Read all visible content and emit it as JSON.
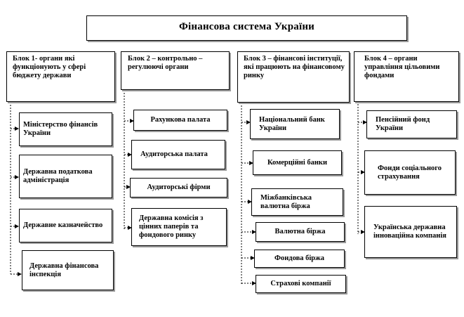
{
  "title": "Фінансова система України",
  "blocks": [
    {
      "header": "Блок 1- органи які функціонують у сфері бюджету держави",
      "items": [
        "Міністерство фінансів України",
        "Державна податкова адміністрація",
        "Державне казначейство",
        "Державна фінансова інспекція"
      ]
    },
    {
      "header": "Блок 2 – контрольно – регулюючі органи",
      "items": [
        "Рахункова палата",
        "Аудиторська палата",
        "Аудиторські фірми",
        "Державна комісія з цінних паперів та фондового ринку"
      ]
    },
    {
      "header": "Блок 3 – фінансові інституції, які працюють на фінансовому ринку",
      "items": [
        "Національний банк України",
        "Комерційні банки",
        "Міжбанківська валютна біржа",
        "Валютна біржа",
        "Фондова біржа",
        "Страхові компанії"
      ]
    },
    {
      "header": "Блок 4 – органи управління цільовими фондами",
      "items": [
        "Пенсійний фонд України",
        "Фонди соціального страхування",
        "Українська державна інноваційна компанія"
      ]
    }
  ]
}
